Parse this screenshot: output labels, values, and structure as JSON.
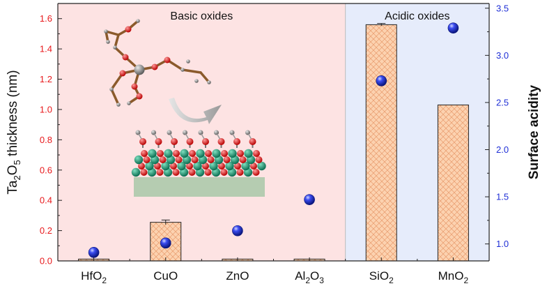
{
  "chart_data": {
    "type": "bar",
    "categories": [
      "HfO2",
      "CuO",
      "ZnO",
      "Al2O3",
      "SiO2",
      "MnO2"
    ],
    "category_labels": [
      {
        "base": "HfO",
        "sub": "2"
      },
      {
        "base": "CuO",
        "sub": ""
      },
      {
        "base": "ZnO",
        "sub": ""
      },
      {
        "base": "Al",
        "sub": "2",
        "base2": "O",
        "sub2": "3"
      },
      {
        "base": "SiO",
        "sub": "2"
      },
      {
        "base": "MnO",
        "sub": "2"
      }
    ],
    "series": [
      {
        "axis": "left",
        "mark": "bar",
        "values": [
          0.012,
          0.255,
          0.012,
          0.012,
          1.56,
          1.03
        ],
        "error": [
          0,
          0.015,
          0,
          0,
          0.008,
          0
        ]
      },
      {
        "axis": "right",
        "mark": "point",
        "values": [
          0.91,
          1.01,
          1.14,
          1.47,
          2.73,
          3.29
        ]
      }
    ],
    "left_axis": {
      "label_parts": [
        {
          "t": "Ta"
        },
        {
          "t": "2",
          "sub": true
        },
        {
          "t": "O"
        },
        {
          "t": "5",
          "sub": true
        },
        {
          "t": " thickness (nm)"
        }
      ],
      "ylim": [
        0,
        1.7
      ],
      "ticks": [
        "0.0",
        "0.2",
        "0.4",
        "0.6",
        "0.8",
        "1.0",
        "1.2",
        "1.4",
        "1.6"
      ],
      "color": "#e8191c"
    },
    "right_axis": {
      "label": "Surface acidity",
      "ylim": [
        0.82,
        3.55
      ],
      "ticks": [
        "1.0",
        "1.5",
        "2.0",
        "2.5",
        "3.0",
        "3.5"
      ],
      "color": "#1f2fd6"
    },
    "regions": [
      {
        "label": "Basic oxides",
        "from": 0,
        "to": 3,
        "color": "#fde3e3"
      },
      {
        "label": "Acidic oxides",
        "from": 4,
        "to": 5,
        "color": "#e6ecfb"
      }
    ],
    "colors": {
      "bar_fill": "#fcd2b0",
      "bar_stroke": "#222222",
      "point": "#1b2fd8"
    }
  }
}
